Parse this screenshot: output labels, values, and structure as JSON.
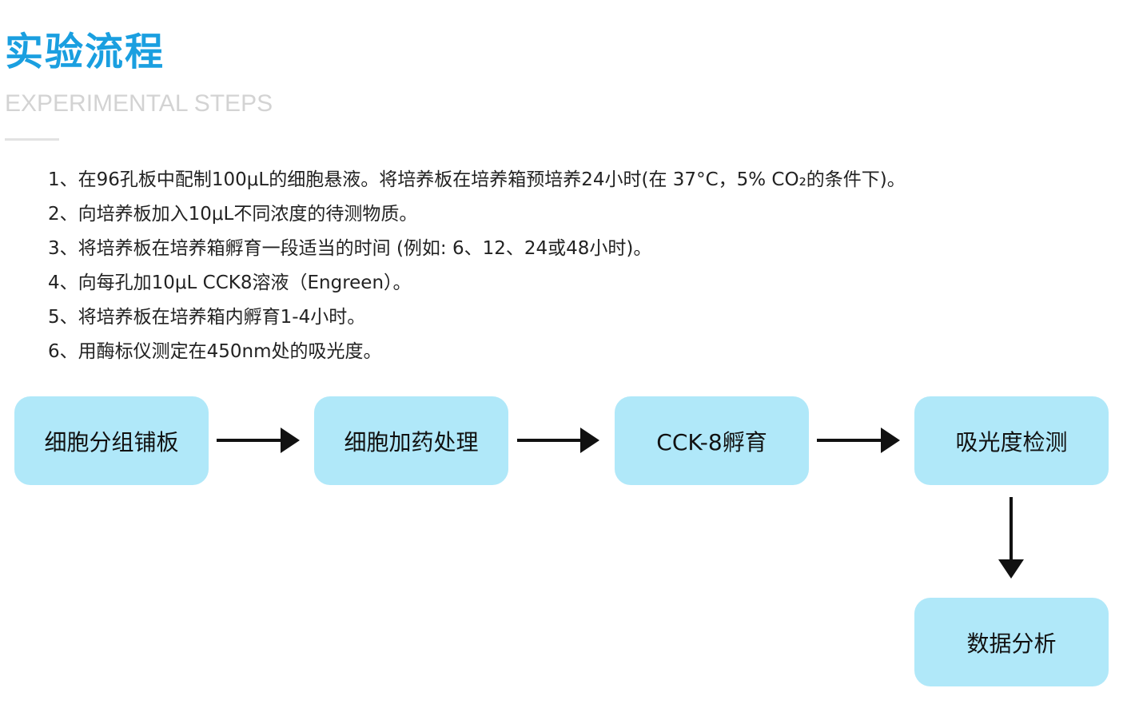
{
  "header": {
    "title": "实验流程",
    "subtitle": "EXPERIMENTAL STEPS"
  },
  "steps": [
    "1、在96孔板中配制100μL的细胞悬液。将培养板在培养箱预培养24小时(在 37°C，5% CO₂的条件下)。",
    "2、向培养板加入10μL不同浓度的待测物质。",
    "3、将培养板在培养箱孵育一段适当的时间 (例如: 6、12、24或48小时)。",
    "4、向每孔加10μL CCK8溶液（Engreen）。",
    "5、将培养板在培养箱内孵育1-4小时。",
    "6、用酶标仪测定在450nm处的吸光度。"
  ],
  "flowchart": {
    "nodes": [
      "细胞分组铺板",
      "细胞加药处理",
      "CCK-8孵育",
      "吸光度检测",
      "数据分析"
    ],
    "colors": {
      "node_fill": "#b0e8f9",
      "arrow": "#111111",
      "title": "#1a9fe0"
    }
  }
}
